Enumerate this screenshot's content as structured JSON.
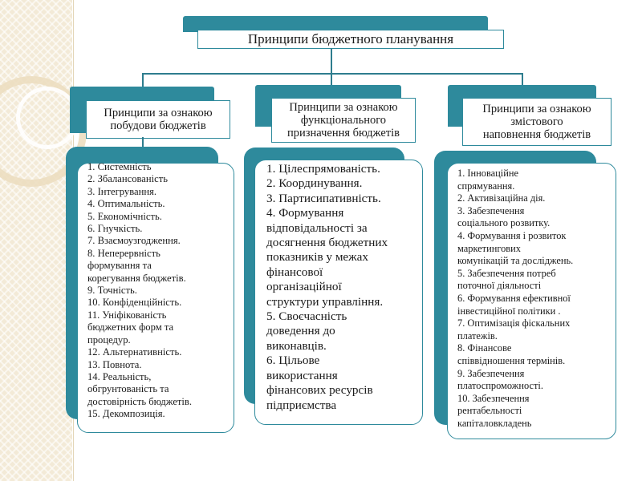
{
  "root": {
    "title": "Принципи бюджетного планування"
  },
  "categories": [
    {
      "title": "Принципи за ознакою побудови бюджетів",
      "items": [
        "1. Системність",
        "2.  Збалансованість",
        "3.  Інтегрування.",
        "4. Оптимальність.",
        "5. Економічність.",
        "6. Гнучкість.",
        "7. Взаємоузгодження.",
        "8. Неперервність\nформування та\nкорегування бюджетів.",
        "9. Точність.",
        "10. Конфіденційність.",
        "11. Уніфікованість\nбюджетних форм та\nпроцедур.",
        "12. Альтернативність.",
        "13. Повнота.",
        "14. Реальність,\nобгрунтованість та\nдостовірність бюджетів.",
        "15. Декомпозиція."
      ]
    },
    {
      "title": "Принципи за ознакою\nфункціонального\nпризначення бюджетів",
      "items": [
        "1. Цілеспрямованість.",
        "2. Координування.",
        "3. Партисипативність.",
        "4. Формування\nвідповідальності за\nдосягнення бюджетних\nпоказників у межах\nфінансової\nорганізаційної\nструктури управління.",
        "5. Своєчасність\nдоведення до\nвиконавців.",
        "6. Цільове\nвикористання\nфінансових ресурсів\nпідприємства"
      ]
    },
    {
      "title": "Принципи за ознакою\nзмістового\nнаповнення бюджетів",
      "items": [
        "1. Інноваційне\nспрямування.",
        "2. Активізаційна дія.",
        "3. Забезпечення\nсоціального розвитку.",
        "4. Формування і розвиток\nмаркетингових\nкомунікацій  та досліджень.",
        "5. Забезпечення потреб\nпоточної діяльності",
        "6. Формування ефективної\nінвестиційної політики .",
        "7. Оптимізація фіскальних\nплатежів.",
        "8. Фінансове\nспіввідношення термінів.",
        "9. Забезпечення\nплатоспроможності.",
        "10. Забезпечення\nрентабельності\nкапіталовкладень"
      ]
    }
  ],
  "colors": {
    "accent": "#2e8a9c",
    "connector": "#2e7d8e",
    "band": "#f3ead7"
  }
}
